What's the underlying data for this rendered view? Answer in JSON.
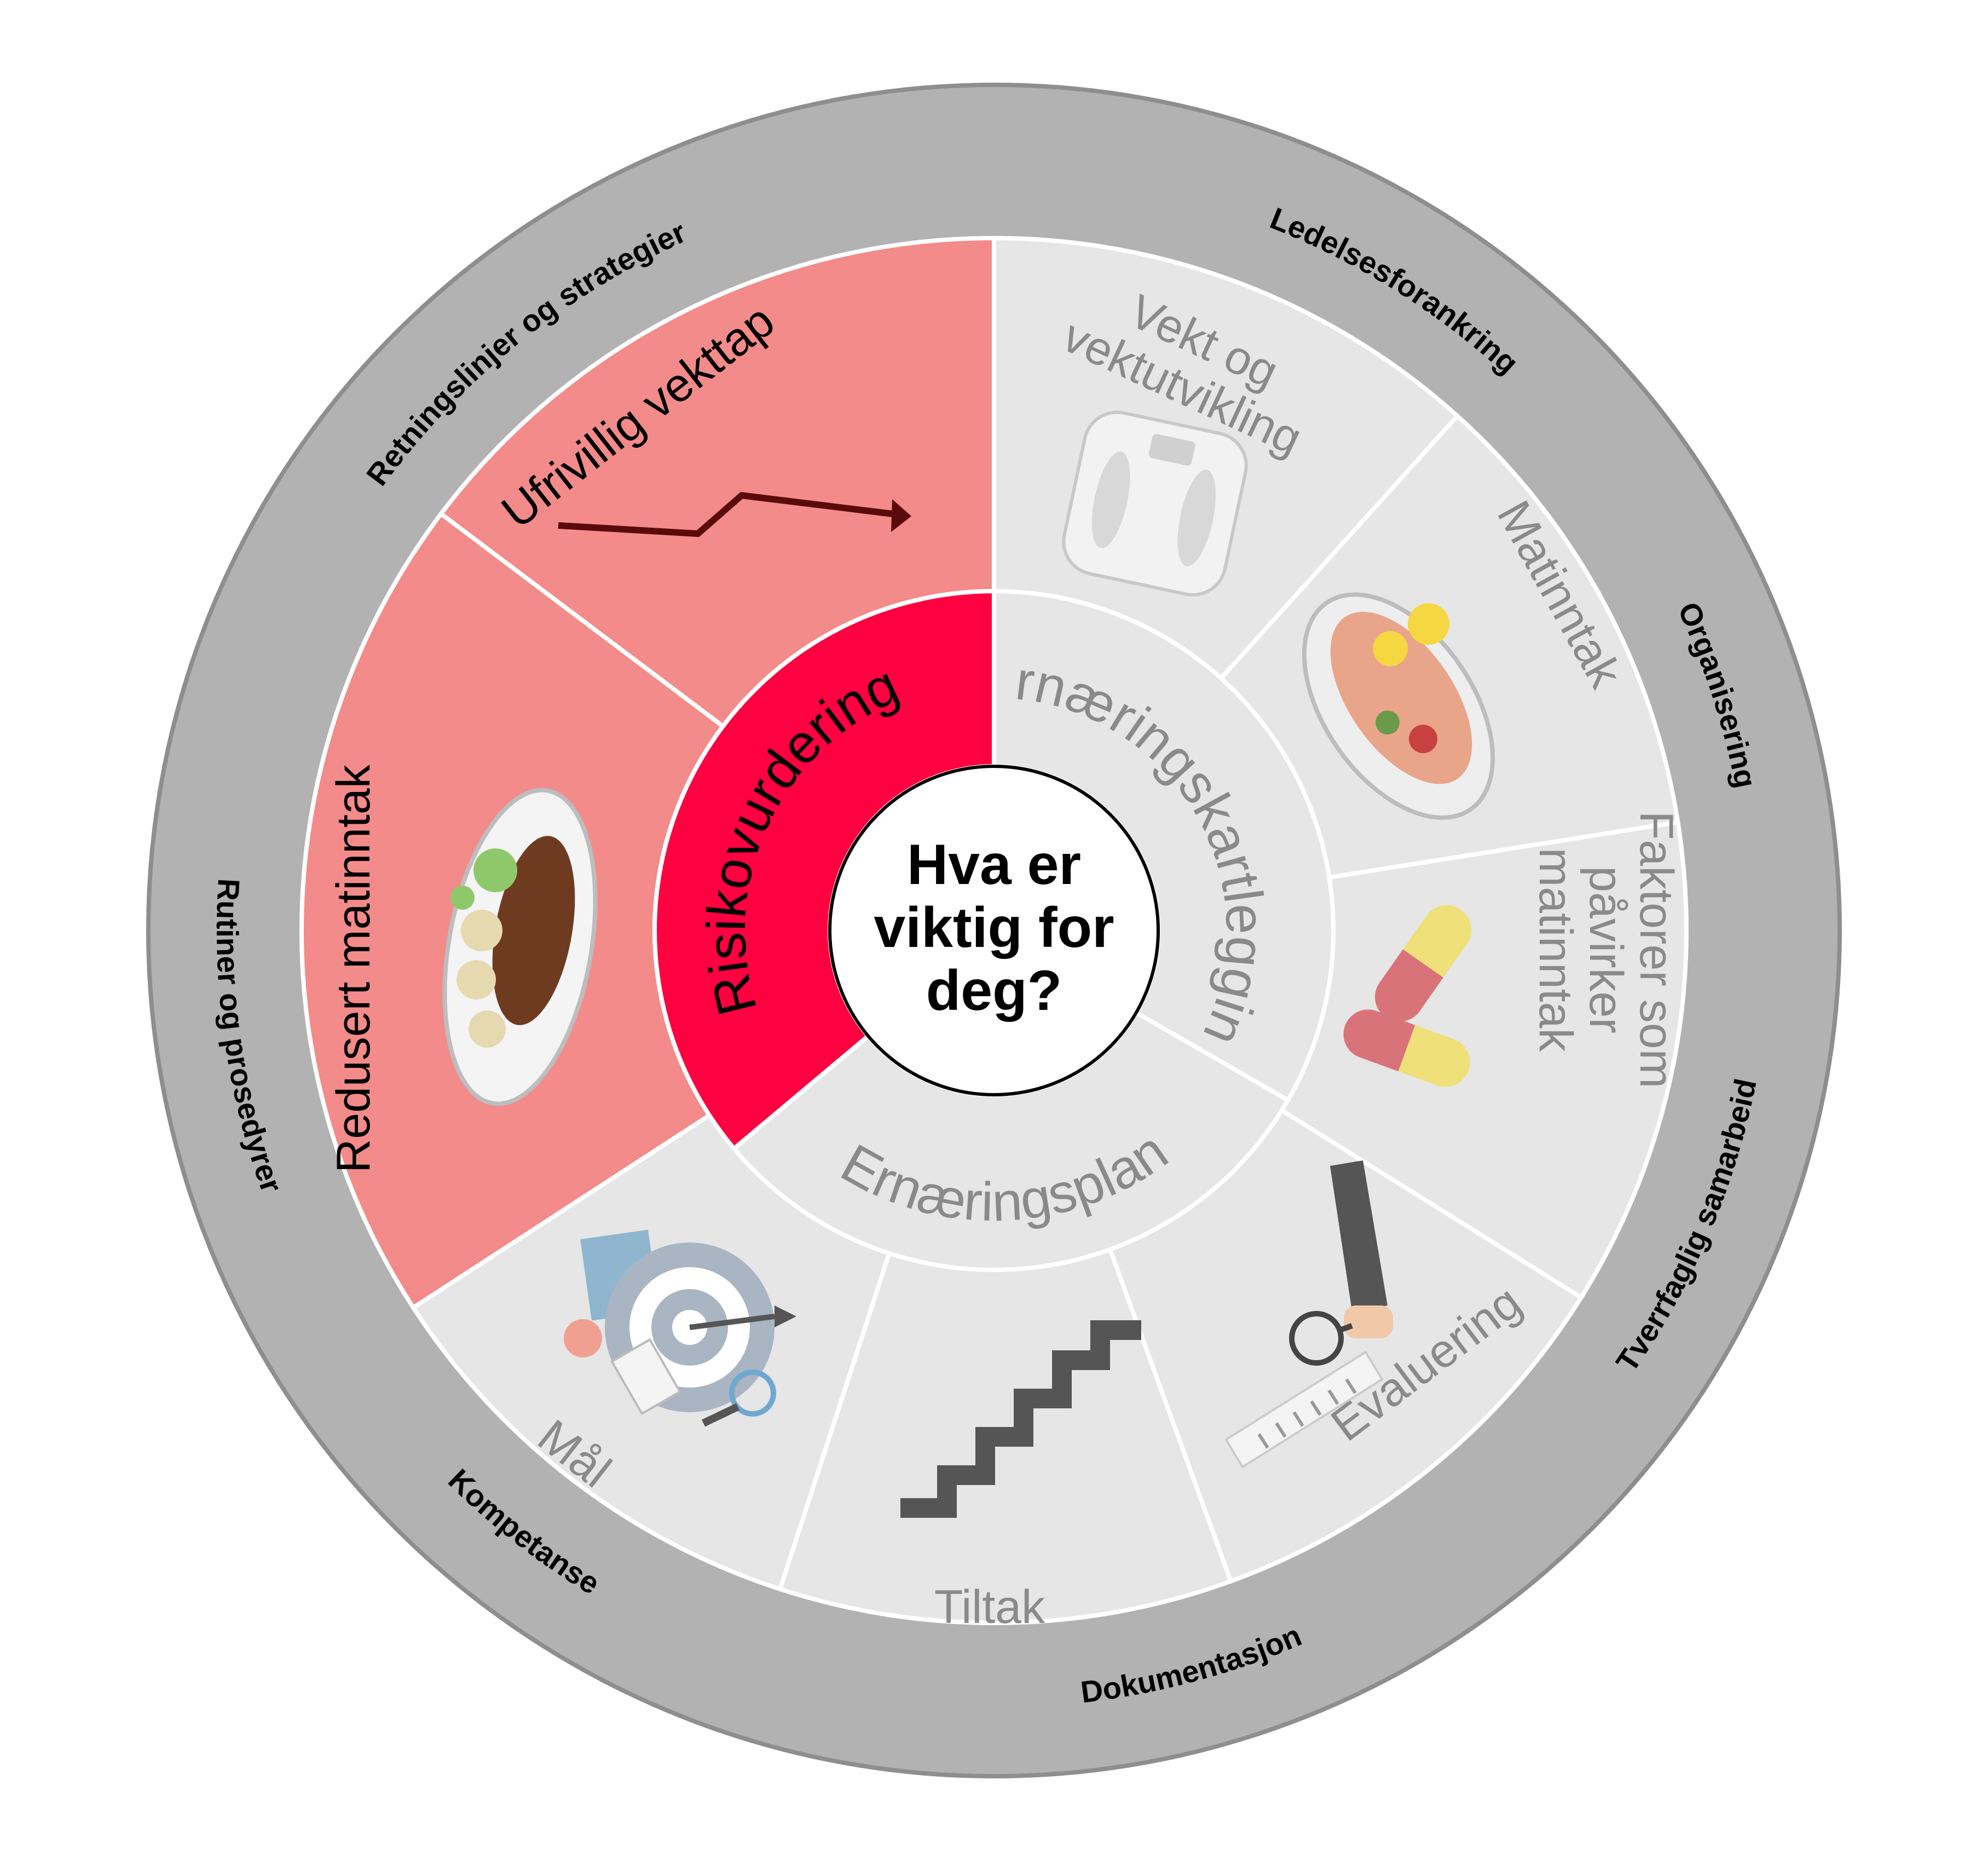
{
  "center": {
    "lines": [
      "Hva er",
      "viktig for",
      "deg?"
    ]
  },
  "inner_ring": [
    {
      "label": "Risikovurdering",
      "state": "active"
    },
    {
      "label": "Ernæringskartlegging",
      "state": "inactive"
    },
    {
      "label": "Ernæringsplan",
      "state": "inactive"
    }
  ],
  "middle_ring": [
    {
      "lines": [
        "Ufrivillig vekttap"
      ],
      "icon": "trend-arrow-icon",
      "state": "active"
    },
    {
      "lines": [
        "Vekt og",
        "vektutvikling"
      ],
      "icon": "bathroom-scale-icon",
      "state": "inactive"
    },
    {
      "lines": [
        "Matinntak"
      ],
      "icon": "salmon-plate-icon",
      "state": "inactive"
    },
    {
      "lines": [
        "Faktorer som",
        "påvirker",
        "matinntak"
      ],
      "icon": "pills-icon",
      "state": "inactive"
    },
    {
      "lines": [
        "Evaluering"
      ],
      "icon": "magnifier-report-icon",
      "state": "inactive"
    },
    {
      "lines": [
        "Tiltak"
      ],
      "icon": "stairs-icon",
      "state": "inactive"
    },
    {
      "lines": [
        "Mål"
      ],
      "icon": "target-icon",
      "state": "inactive"
    },
    {
      "lines": [
        "Redusert matinntak"
      ],
      "icon": "dinner-plate-icon",
      "state": "active"
    }
  ],
  "outer_ring": [
    "Ledelsesforankring",
    "Organisering",
    "Tverrfaglig samarbeid",
    "Dokumentasjon",
    "Kompetanse",
    "Rutiner og prosedyrer",
    "Retningslinjer og strategier"
  ],
  "colors": {
    "outer_ring": "#b2b2b2",
    "outer_ring_border": "#8e8e8e",
    "segment_inactive": "#e6e6e6",
    "segment_active_light": "#f28b89",
    "segment_active_strong": "#ff0040",
    "divider": "#ffffff",
    "text_inactive": "#8a8a8a"
  }
}
